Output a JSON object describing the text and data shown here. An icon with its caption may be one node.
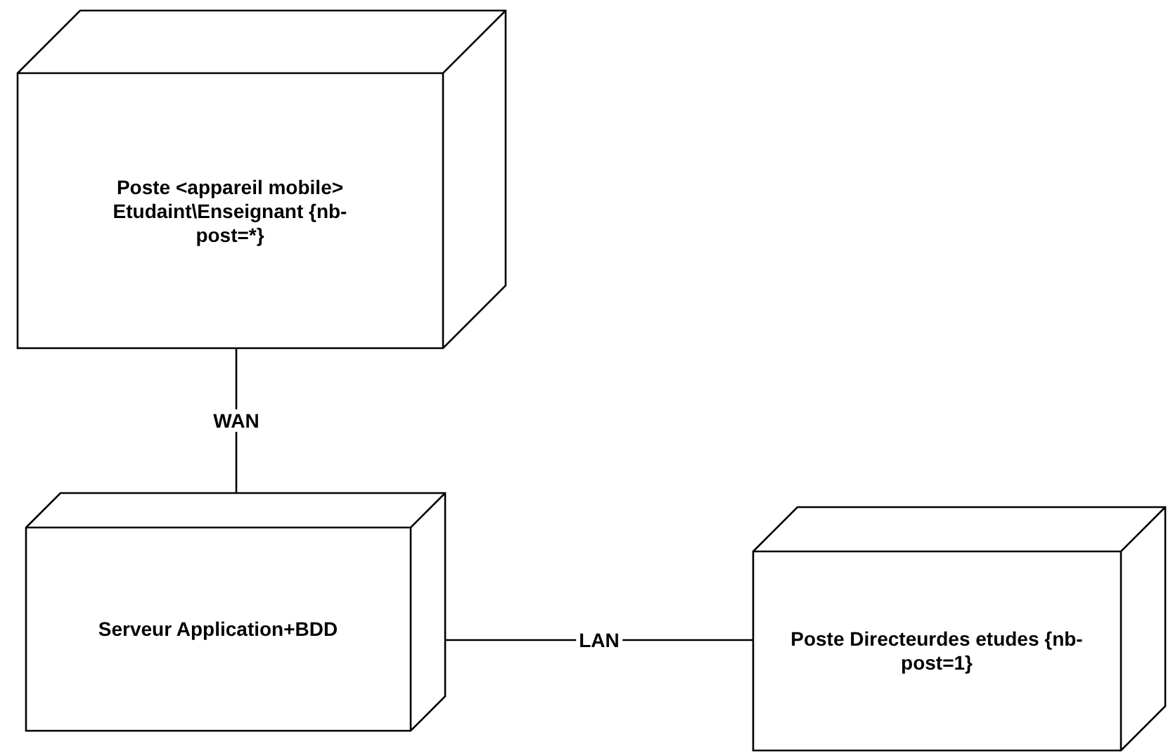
{
  "diagram": {
    "nodes": [
      {
        "text": [
          "Poste <appareil mobile> Etudaint\\Enseignant {nb-post=*}"
        ]
      },
      {
        "text": [
          "Serveur Application+BDD"
        ]
      },
      {
        "text": [
          "Poste Directeurdes etudes {nb-post=1}"
        ]
      }
    ],
    "edges": [
      {
        "from": 0,
        "to": 1,
        "arrow": "none",
        "label": "WAN"
      },
      {
        "from": 1,
        "to": 2,
        "arrow": "none",
        "label": "LAN"
      }
    ]
  }
}
